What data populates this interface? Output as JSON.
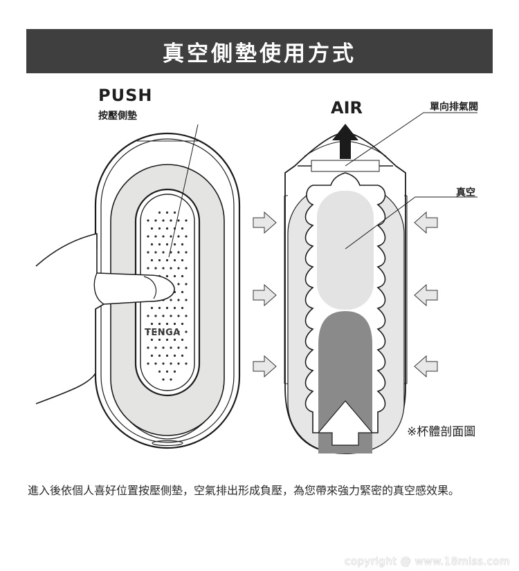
{
  "banner": {
    "title": "真空側墊使用方式"
  },
  "left_device": {
    "push_label": "PUSH",
    "push_sub_label": "按壓側墊",
    "logo_text": "TENGA"
  },
  "right_diagram": {
    "air_label": "AIR",
    "valve_label": "單向排氣閥",
    "vacuum_label": "真空",
    "section_note": "※杯體剖面圖"
  },
  "caption": "進入後依個人喜好位置按壓側墊，空氣排出形成負壓，為您帶來強力緊密的真空感效果。",
  "watermark": "copyright @ www.18miss.com",
  "colors": {
    "banner_bg": "#3f3f3f",
    "device_body": "#e4e5e3",
    "inner_cavity": "#e6e6e6",
    "dark_gray": "#8a8a8a",
    "arrow_fill": "#e8e8e8"
  }
}
